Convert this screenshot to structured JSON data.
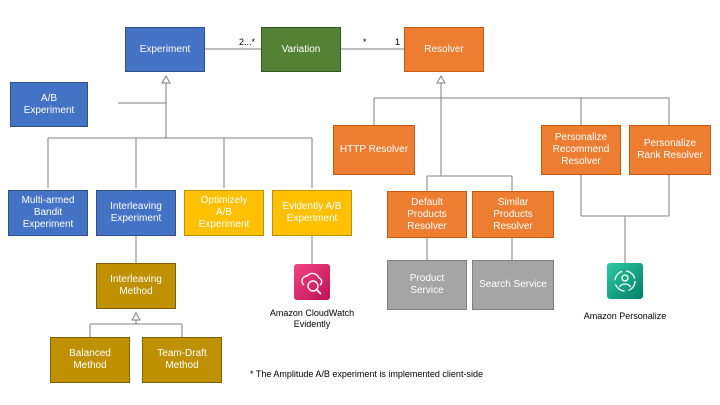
{
  "diagram": {
    "boxes": {
      "experiment": "Experiment",
      "variation": "Variation",
      "resolver": "Resolver",
      "ab_experiment": "A/B\nExperiment",
      "multi_armed": "Multi-armed\nBandit\nExperiment",
      "interleaving_experiment": "Interleaving\nExperiment",
      "optimizely": "Optimizely\nA/B\nExperiment",
      "evidently": "Evidently A/B\nExperiment",
      "interleaving_method": "Interleaving\nMethod",
      "balanced": "Balanced\nMethod",
      "team_draft": "Team-Draft\nMethod",
      "http_resolver": "HTTP Resolver",
      "personalize_recommend": "Personalize\nRecommend\nResolver",
      "personalize_rank": "Personalize\nRank Resolver",
      "default_products": "Default\nProducts\nResolver",
      "similar_products": "Similar\nProducts\nResolver",
      "product_service": "Product\nService",
      "search_service": "Search Service"
    },
    "multiplicities": {
      "experiment_variation": "2...*",
      "variation_side": "*",
      "resolver_side": "1"
    },
    "icons": {
      "cloudwatch": {
        "icon": "amazon-cloudwatch-evidently-icon",
        "caption": "Amazon CloudWatch\nEvidently",
        "color": "#e7157b"
      },
      "personalize": {
        "icon": "amazon-personalize-icon",
        "caption": "Amazon Personalize",
        "color": "#01a88d"
      }
    },
    "footnote": "* The Amplitude A/B experiment is implemented client-side"
  }
}
